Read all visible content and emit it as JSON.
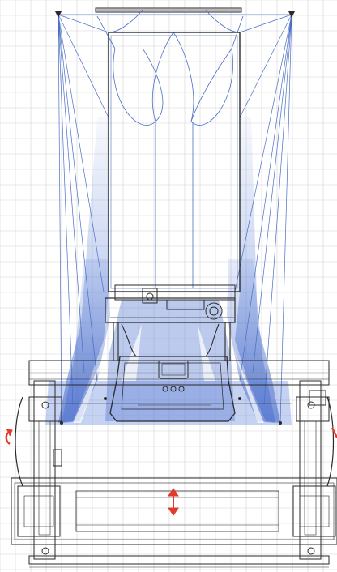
{
  "canvas": {
    "background": "#ffffff",
    "grid_color": "#d4d4d4"
  },
  "colors": {
    "line_blue": "#4a6fc4",
    "beam_fill": "#5b7fd6",
    "frame_dark": "#2a2a2a",
    "frame_gray": "#6a6a6a",
    "rotation_arrow": "#e23b2e",
    "move_arrow": "#e23b2e",
    "sensor_bg": "#ffffff"
  },
  "elements": {
    "sensor_mounts": [
      "left-sensor-mount",
      "right-sensor-mount",
      "top-bar-sensor"
    ],
    "indicators": [
      "rotation-arrow-icon",
      "up-down-arrow-icon"
    ]
  }
}
